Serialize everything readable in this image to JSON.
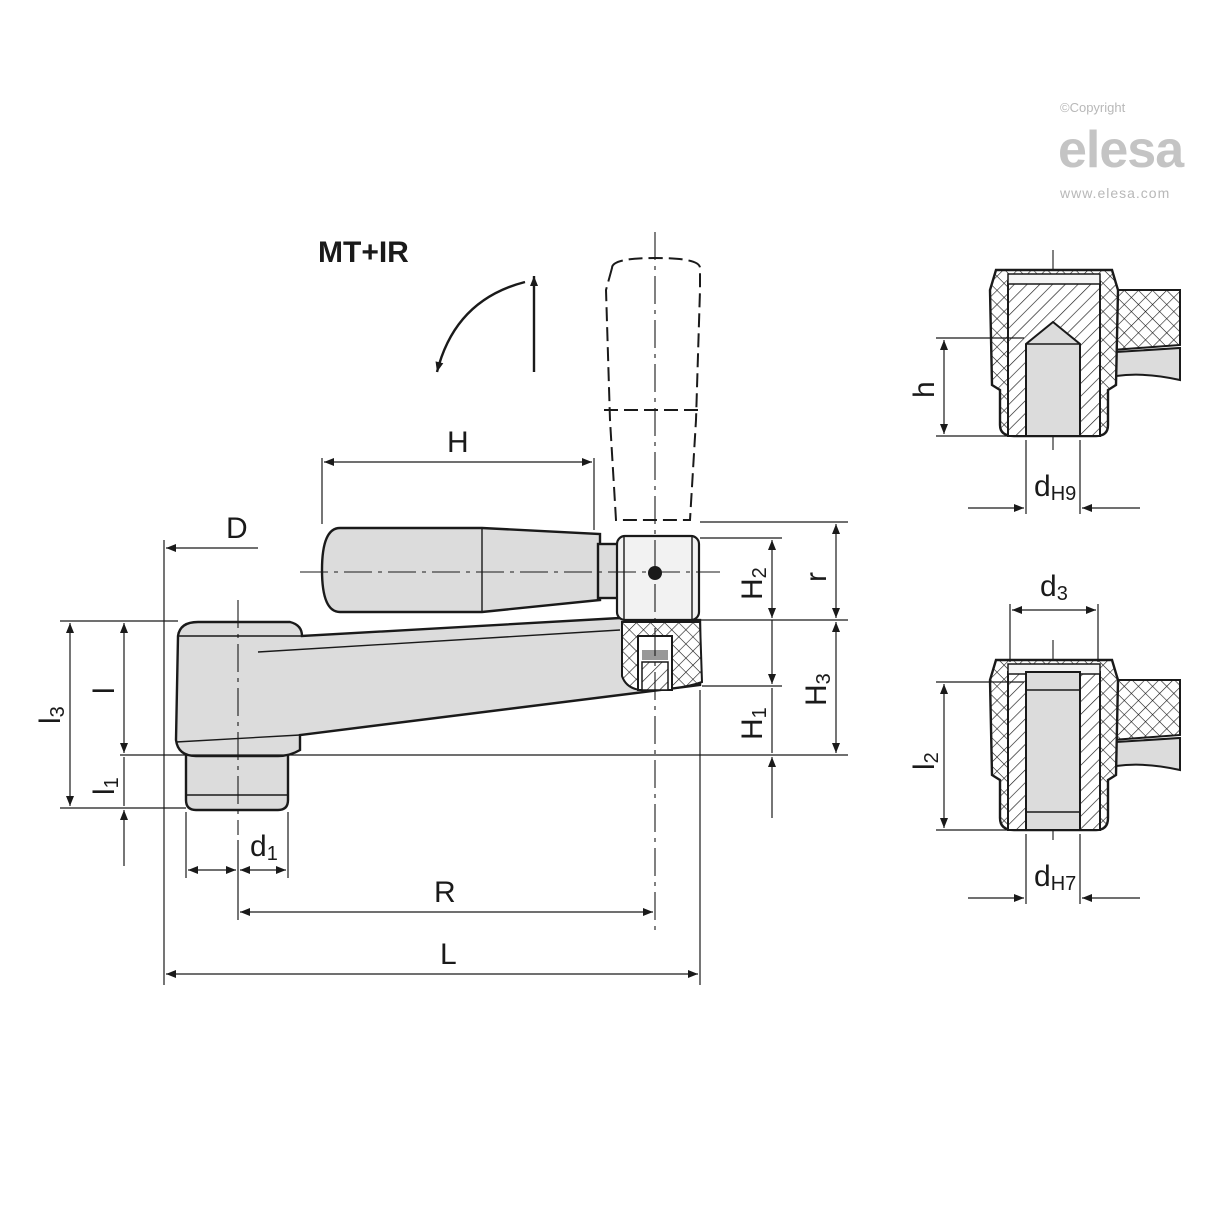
{
  "copyright": {
    "notice": "©Copyright",
    "brand": "elesa",
    "website": "www.elesa.com"
  },
  "title": "MT+IR",
  "dimensions": {
    "H": "H",
    "D": "D",
    "r": "r",
    "H2": {
      "main": "H",
      "sub": "2"
    },
    "H3": {
      "main": "H",
      "sub": "3"
    },
    "H1": {
      "main": "H",
      "sub": "1"
    },
    "l3": {
      "main": "l",
      "sub": "3"
    },
    "l": "l",
    "l1": {
      "main": "l",
      "sub": "1"
    },
    "d1": {
      "main": "d",
      "sub": "1"
    },
    "R": "R",
    "L": "L"
  },
  "details": {
    "top": {
      "h": "h",
      "d_H9": {
        "main": "d",
        "sub": "H9"
      }
    },
    "bottom": {
      "d3": {
        "main": "d",
        "sub": "3"
      },
      "l2": {
        "main": "l",
        "sub": "2"
      },
      "d_H7": {
        "main": "d",
        "sub": "H7"
      }
    }
  },
  "colors": {
    "line": "#1a1a1a",
    "body": "#dcdcdc",
    "watermark": "#c4c4c4"
  }
}
